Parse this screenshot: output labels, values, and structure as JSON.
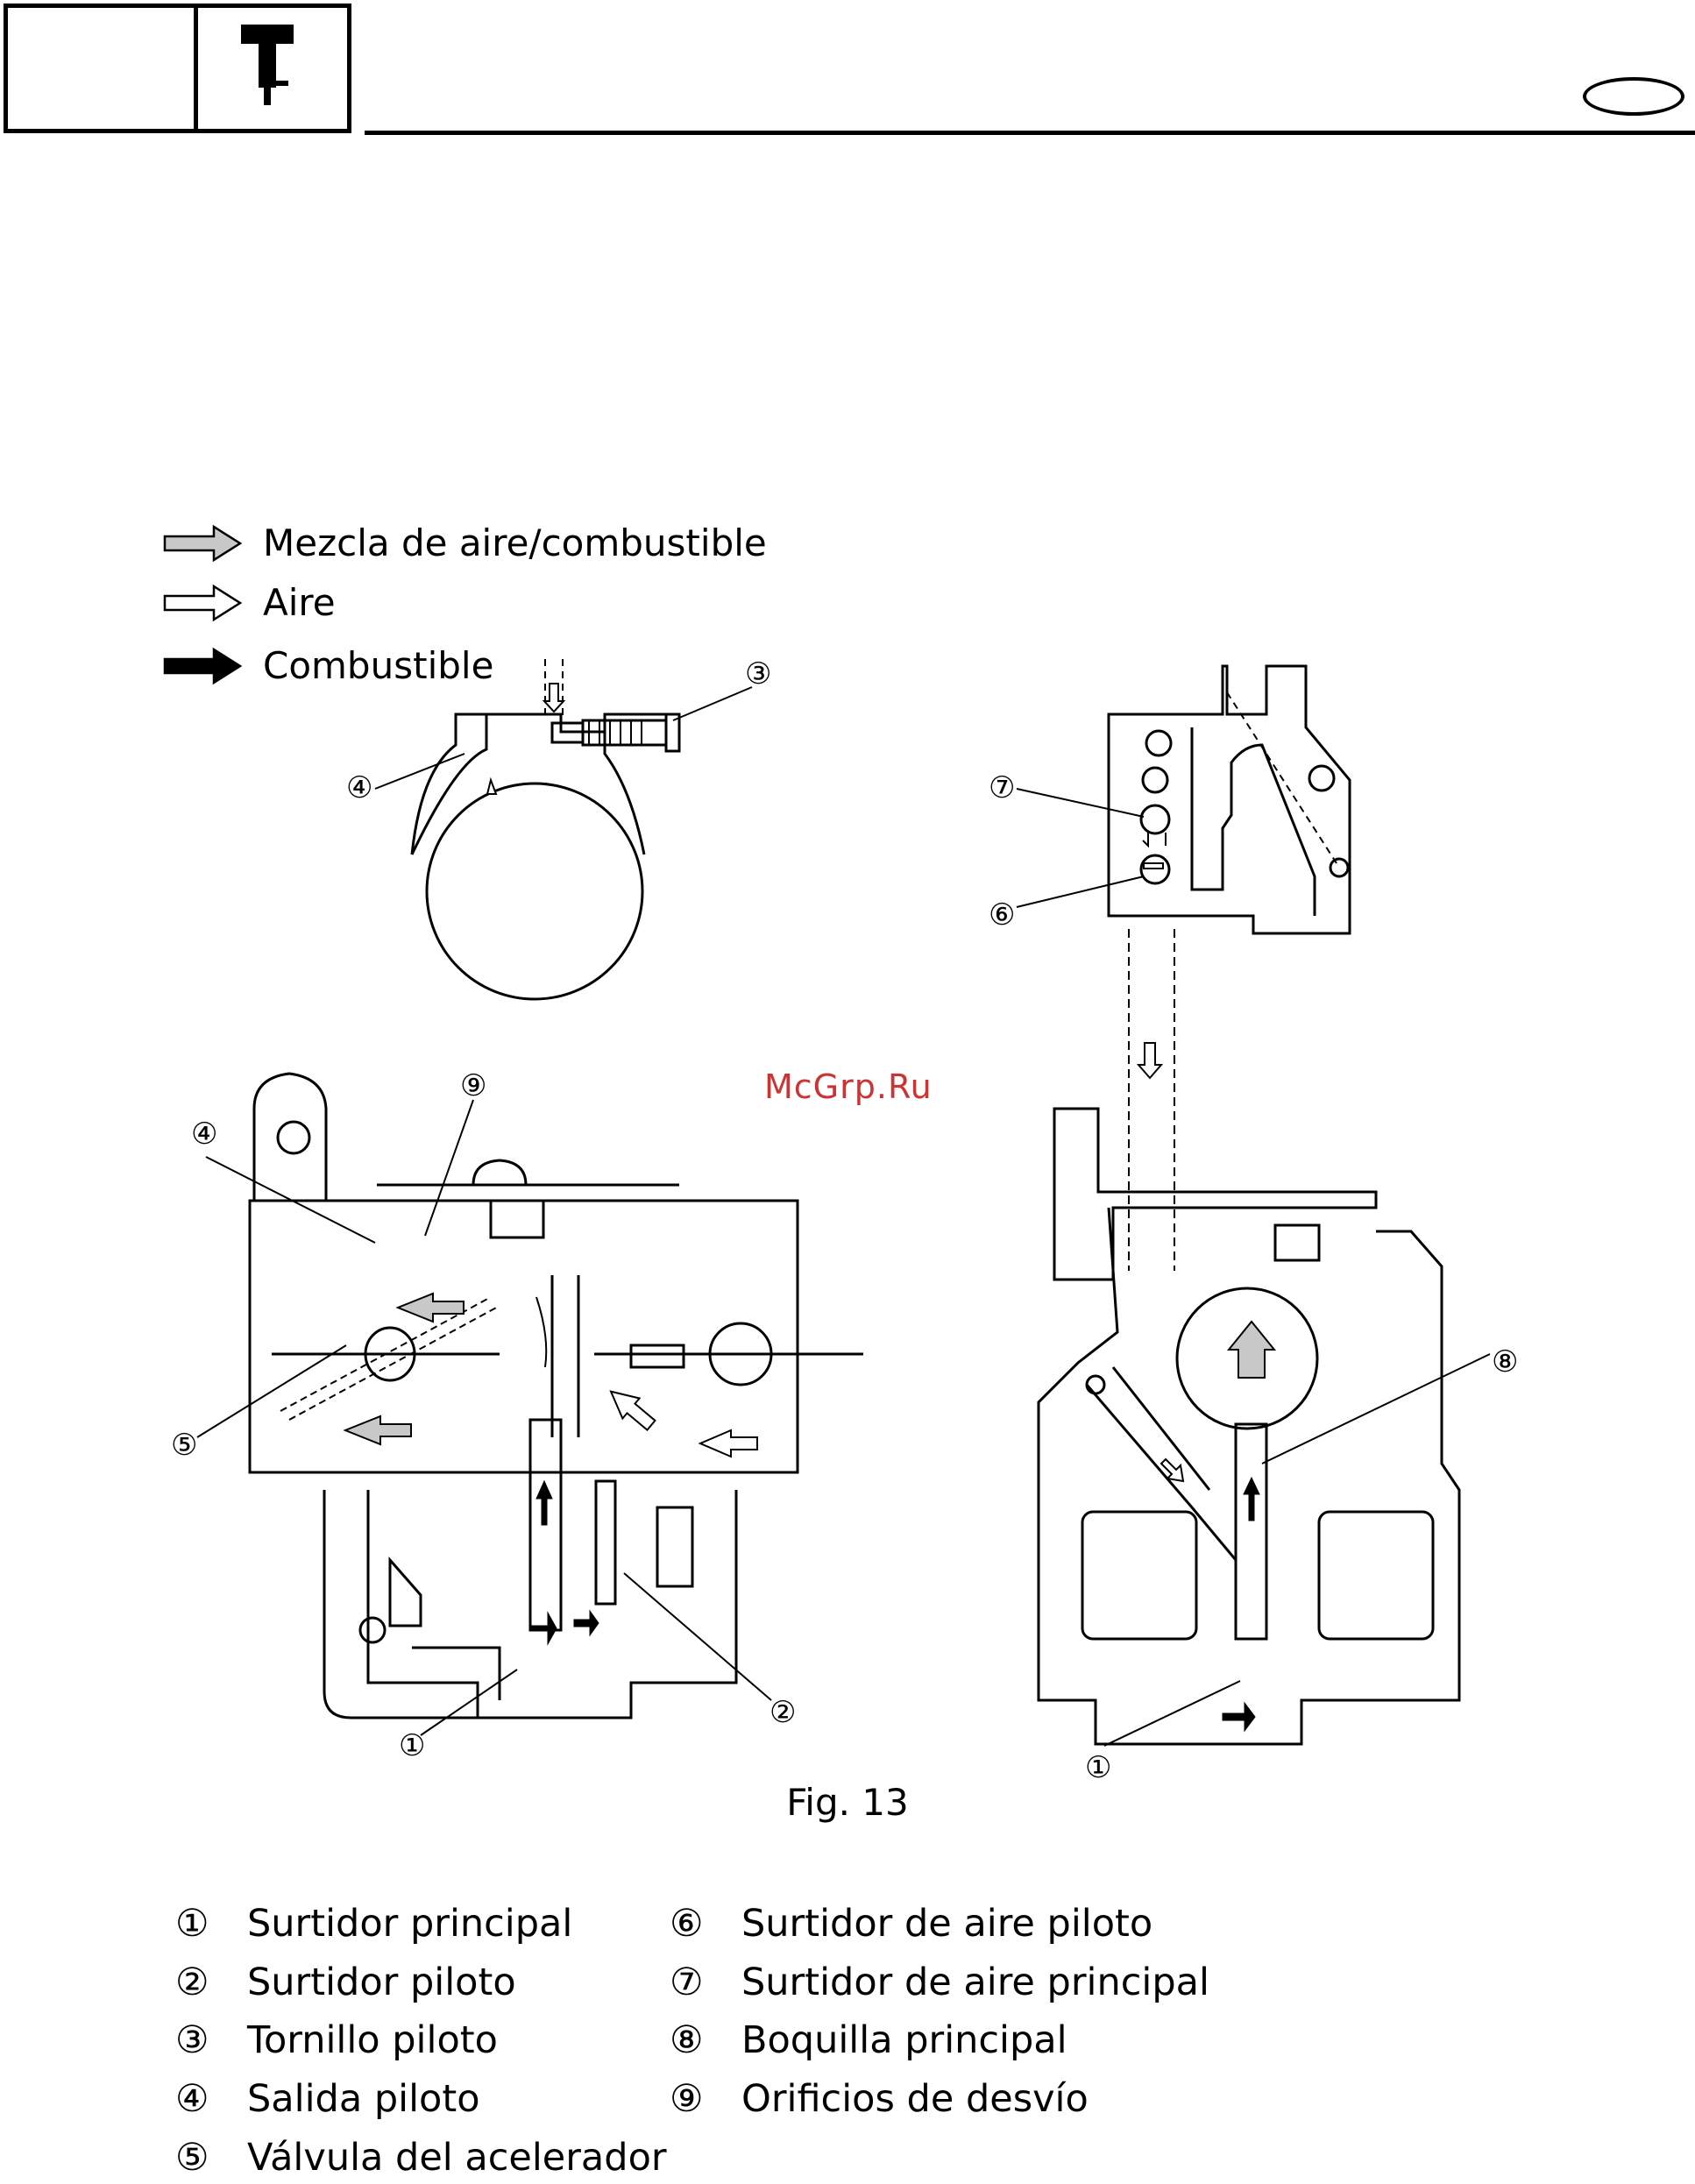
{
  "legend": [
    {
      "label": "Mezcla de aire/combustible",
      "arrow": "gray-arrow"
    },
    {
      "label": "Aire",
      "arrow": "white-arrow"
    },
    {
      "label": "Combustible",
      "arrow": "black-arrow"
    }
  ],
  "callouts": {
    "c1": "①",
    "c2": "②",
    "c3": "③",
    "c4": "④",
    "c5": "⑤",
    "c6": "⑥",
    "c7": "⑦",
    "c8": "⑧",
    "c9": "⑨"
  },
  "watermark": "McGrp.Ru",
  "caption": "Fig. 13",
  "parts": [
    {
      "num": "①",
      "label": "Surtidor principal"
    },
    {
      "num": "②",
      "label": "Surtidor piloto"
    },
    {
      "num": "③",
      "label": "Tornillo piloto"
    },
    {
      "num": "④",
      "label": "Salida piloto"
    },
    {
      "num": "⑤",
      "label": "Válvula del acelerador"
    },
    {
      "num": "⑥",
      "label": "Surtidor de aire piloto"
    },
    {
      "num": "⑦",
      "label": "Surtidor de aire principal"
    },
    {
      "num": "⑧",
      "label": "Boquilla principal"
    },
    {
      "num": "⑨",
      "label": "Orificios de desvío"
    }
  ],
  "colors": {
    "ink": "#000000",
    "mixture_arrow": "#c8c8c8",
    "watermark": "#cc3333"
  }
}
